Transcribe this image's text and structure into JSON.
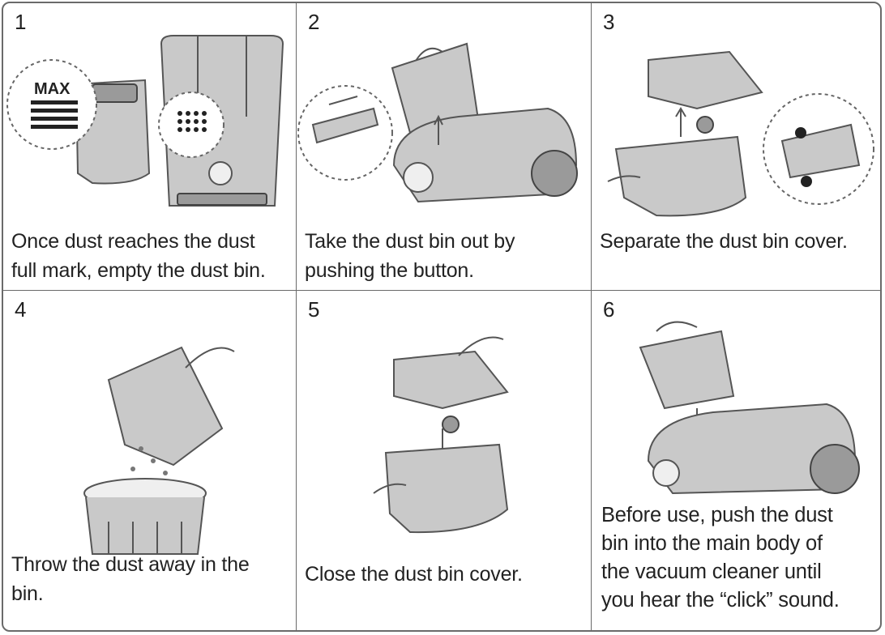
{
  "steps": [
    {
      "number": "1",
      "caption_lines": [
        "Once dust reaches the dust",
        "full mark, empty the dust bin."
      ],
      "max_label": "MAX"
    },
    {
      "number": "2",
      "caption_lines": [
        "Take the dust bin out by",
        "pushing the button."
      ]
    },
    {
      "number": "3",
      "caption_lines": [
        "Separate the dust bin cover."
      ]
    },
    {
      "number": "4",
      "caption_lines": [
        "Throw the dust away in the",
        "bin."
      ]
    },
    {
      "number": "5",
      "caption_lines": [
        "Close the dust bin cover."
      ]
    },
    {
      "number": "6",
      "caption_lines": [
        "Before use, push the dust",
        "bin into the main body of",
        "the vacuum cleaner until",
        "you hear the “click” sound."
      ]
    }
  ],
  "icons": [
    "dust-bin-illustration",
    "vacuum-cleaner-illustration",
    "hand-illustration",
    "arrow-icon",
    "trash-can-illustration"
  ]
}
